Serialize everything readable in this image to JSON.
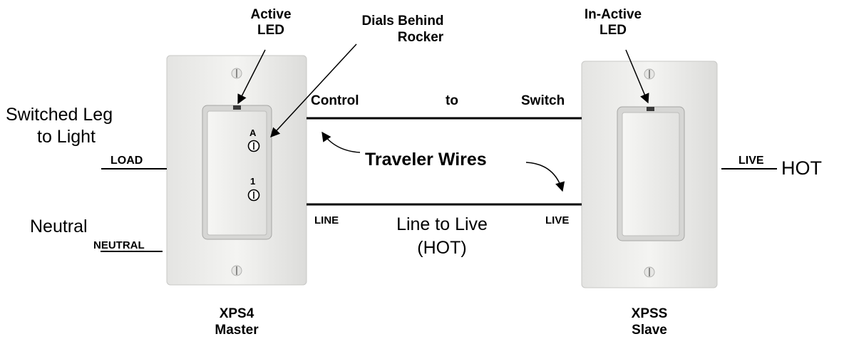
{
  "master": {
    "led_label_line1": "Active",
    "led_label_line2": "LED",
    "dials_label_line1": "Dials Behind",
    "dials_label_line2": "Rocker",
    "dial_a_label": "A",
    "dial_1_label": "1",
    "model": "XPS4",
    "role": "Master"
  },
  "slave": {
    "led_label_line1": "In-Active",
    "led_label_line2": "LED",
    "model": "XPSS",
    "role": "Slave"
  },
  "left_side": {
    "switched_leg_line1": "Switched Leg",
    "switched_leg_line2": "to Light",
    "load_terminal": "LOAD",
    "neutral_label": "Neutral",
    "neutral_terminal": "NEUTRAL"
  },
  "right_side": {
    "live_terminal": "LIVE",
    "hot_label": "HOT"
  },
  "middle": {
    "control_label": "Control",
    "to_label": "to",
    "switch_label": "Switch",
    "traveler_label": "Traveler Wires",
    "line_terminal": "LINE",
    "live_terminal": "LIVE",
    "line_to_live_line1": "Line to Live",
    "line_to_live_line2": "(HOT)"
  }
}
